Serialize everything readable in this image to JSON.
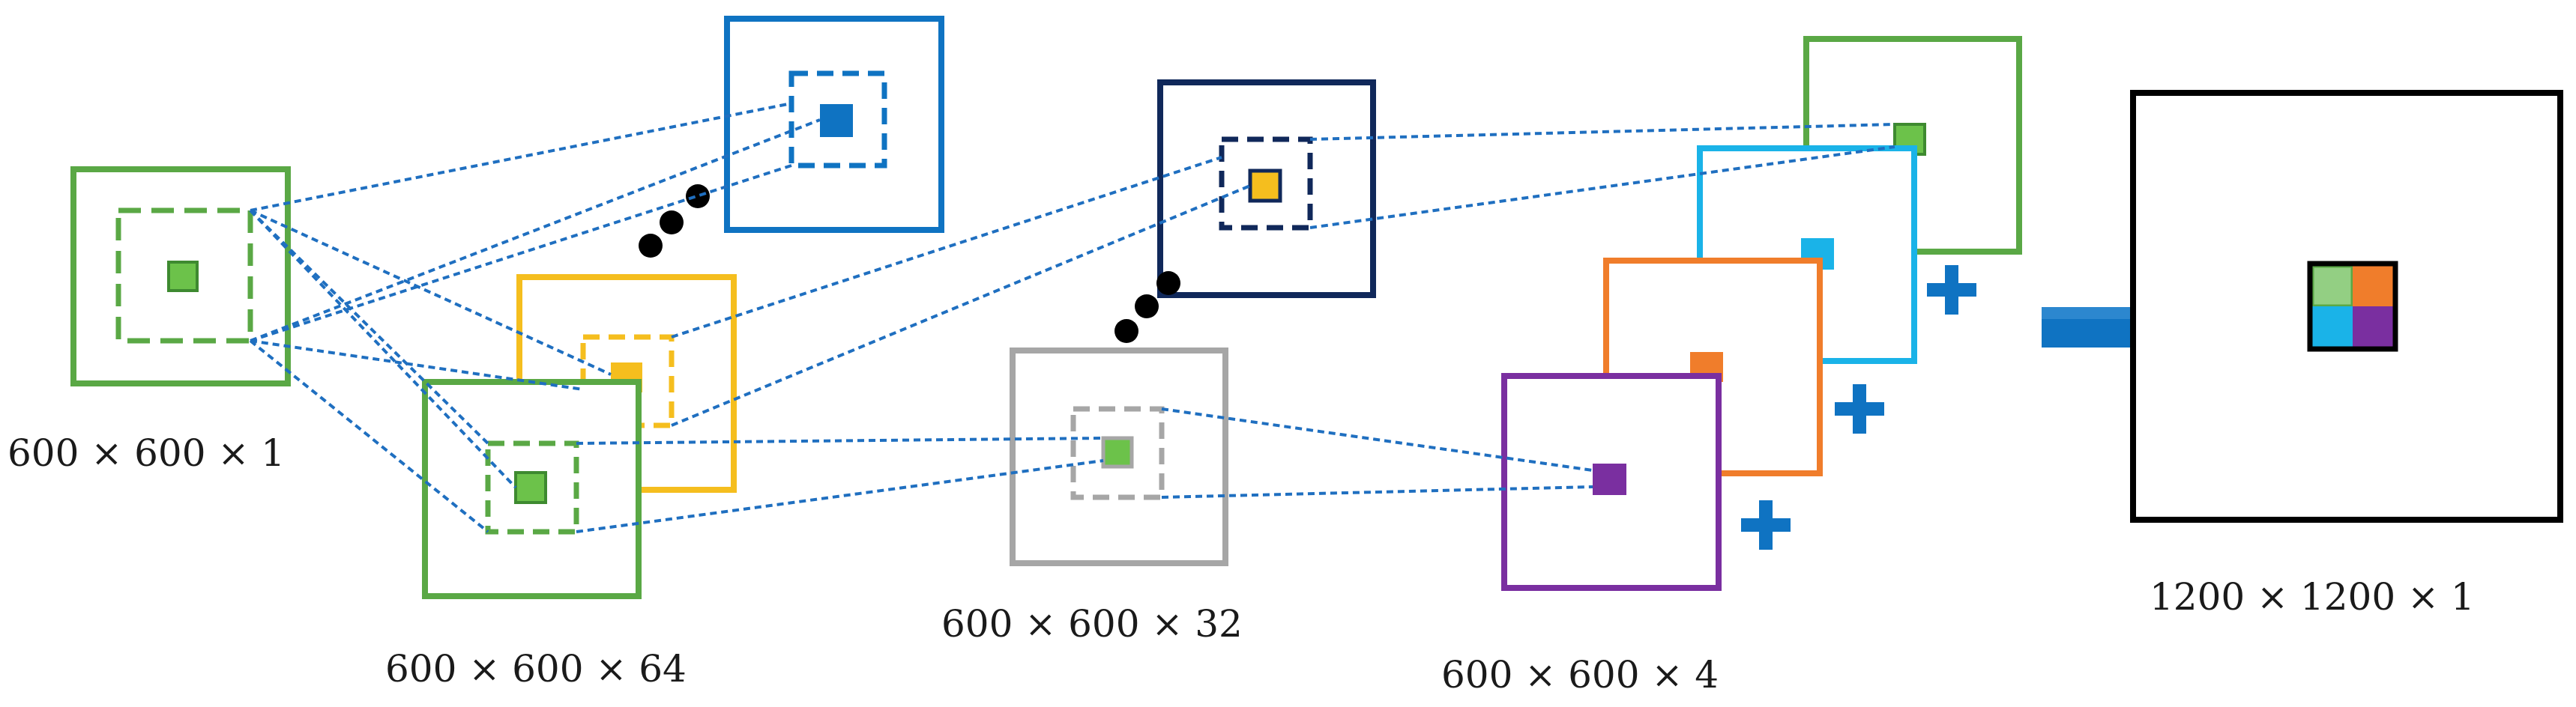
{
  "labels": {
    "input": "600 × 600 × 1",
    "conv1": "600 × 600 × 64",
    "conv2": "600 × 600 × 32",
    "subpixel": "600 × 600 × 4",
    "output": "1200 × 1200 × 1"
  },
  "icons": {
    "ellipsis": "ellipsis-dots-icon",
    "plus": "plus-icon",
    "arrow": "right-arrow-icon"
  },
  "colors": {
    "green": "#5aa845",
    "green_fill": "#6cc24a",
    "blue": "#0f73c2",
    "yellow": "#f5be1e",
    "navy": "#10285a",
    "gray": "#a6a6a6",
    "cyan": "#1ab3e8",
    "orange": "#f07d2b",
    "purple": "#7a2fa0",
    "light_green": "#93cf83",
    "black": "#000000"
  }
}
